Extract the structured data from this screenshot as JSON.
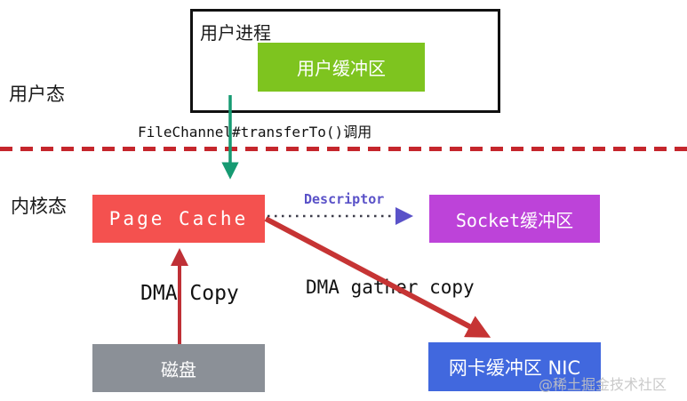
{
  "diagram": {
    "title_context": "FileChannel transferTo zero-copy flow",
    "labels": {
      "user_mode": "用户态",
      "kernel_mode": "内核态",
      "user_process": "用户进程",
      "transfer_call": "FileChannel#transferTo()调用",
      "descriptor": "Descriptor",
      "dma_copy": "DMA Copy",
      "dma_gather_copy": "DMA gather copy",
      "watermark": "@稀土掘金技术社区"
    },
    "boxes": {
      "user_buffer": {
        "label": "用户缓冲区",
        "color": "#7ec41f"
      },
      "page_cache": {
        "label": "Page Cache",
        "color": "#f4514f"
      },
      "socket_buffer": {
        "label": "Socket缓冲区",
        "color": "#bd43d9"
      },
      "disk": {
        "label": "磁盘",
        "color": "#8b9097"
      },
      "nic_buffer": {
        "label": "网卡缓冲区 NIC",
        "color": "#4168de"
      }
    },
    "arrows": {
      "syscall_arrow": {
        "from": "user_process",
        "to": "page_cache",
        "color": "#169a72",
        "style": "solid"
      },
      "descriptor_arrow": {
        "from": "page_cache",
        "to": "socket_buffer",
        "color": "#5a52c8",
        "style": "dotted"
      },
      "dma_copy_arrow": {
        "from": "disk",
        "to": "page_cache",
        "color": "#bf3036",
        "style": "solid"
      },
      "dma_gather_copy_arrow": {
        "from": "page_cache",
        "to": "nic_buffer",
        "color": "#c63434",
        "style": "solid"
      },
      "boundary_dash_color": "#c5262c"
    }
  }
}
